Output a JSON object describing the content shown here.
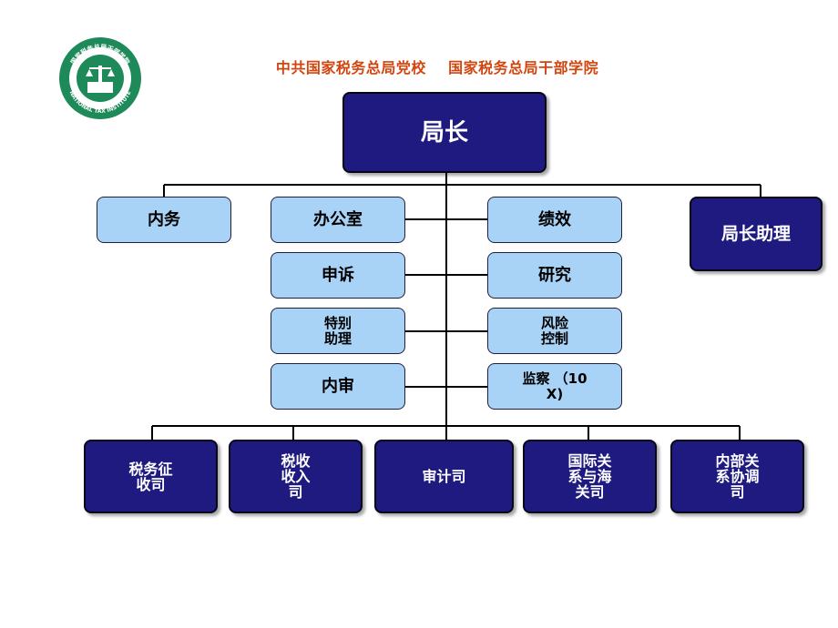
{
  "header": {
    "title": "中共国家税务总局党校    国家税务总局干部学院",
    "logo": {
      "text_top": "国家税务总局干部学院",
      "text_bottom": "NATIONAL TAX INSTITUTE"
    }
  },
  "colors": {
    "dark_box": "#1e1a80",
    "light_box": "#a9d3f6",
    "header_text": "#d2450f",
    "logo_green": "#1e8a5a"
  },
  "org": {
    "top": "局长",
    "assistant": "局长助理",
    "left_unit": "内务",
    "center_left": [
      "办公室",
      "申诉",
      "特别\n助理",
      "内审"
    ],
    "center_right": [
      "绩效",
      "研究",
      "风险\n控制",
      "监察 （10\nX)"
    ],
    "departments": [
      "税务征\n收司",
      "税收\n收入\n司",
      "审计司",
      "国际关\n系与海\n关司",
      "内部关\n系协调\n司"
    ]
  }
}
